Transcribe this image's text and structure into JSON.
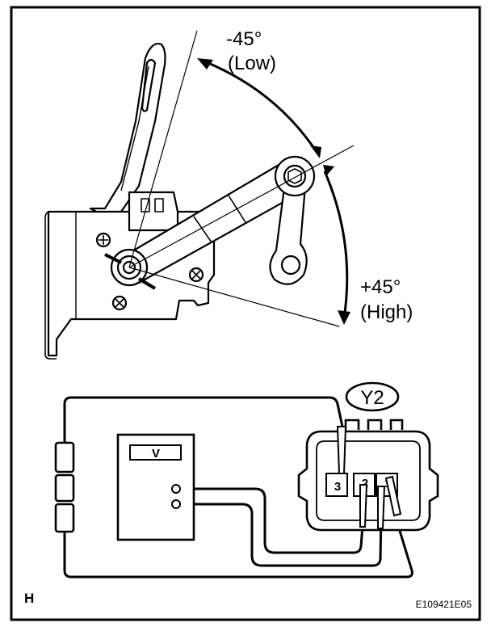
{
  "angles": {
    "low_value": "-45°",
    "low_label": "(Low)",
    "high_value": "+45°",
    "high_label": "(High)"
  },
  "connector": {
    "name": "Y2",
    "pins": [
      "3",
      "2",
      "1"
    ]
  },
  "meter": {
    "label": "V"
  },
  "figure": {
    "view_letter": "H",
    "code": "E109421E05"
  },
  "colors": {
    "line": "#000000",
    "background": "#ffffff"
  }
}
